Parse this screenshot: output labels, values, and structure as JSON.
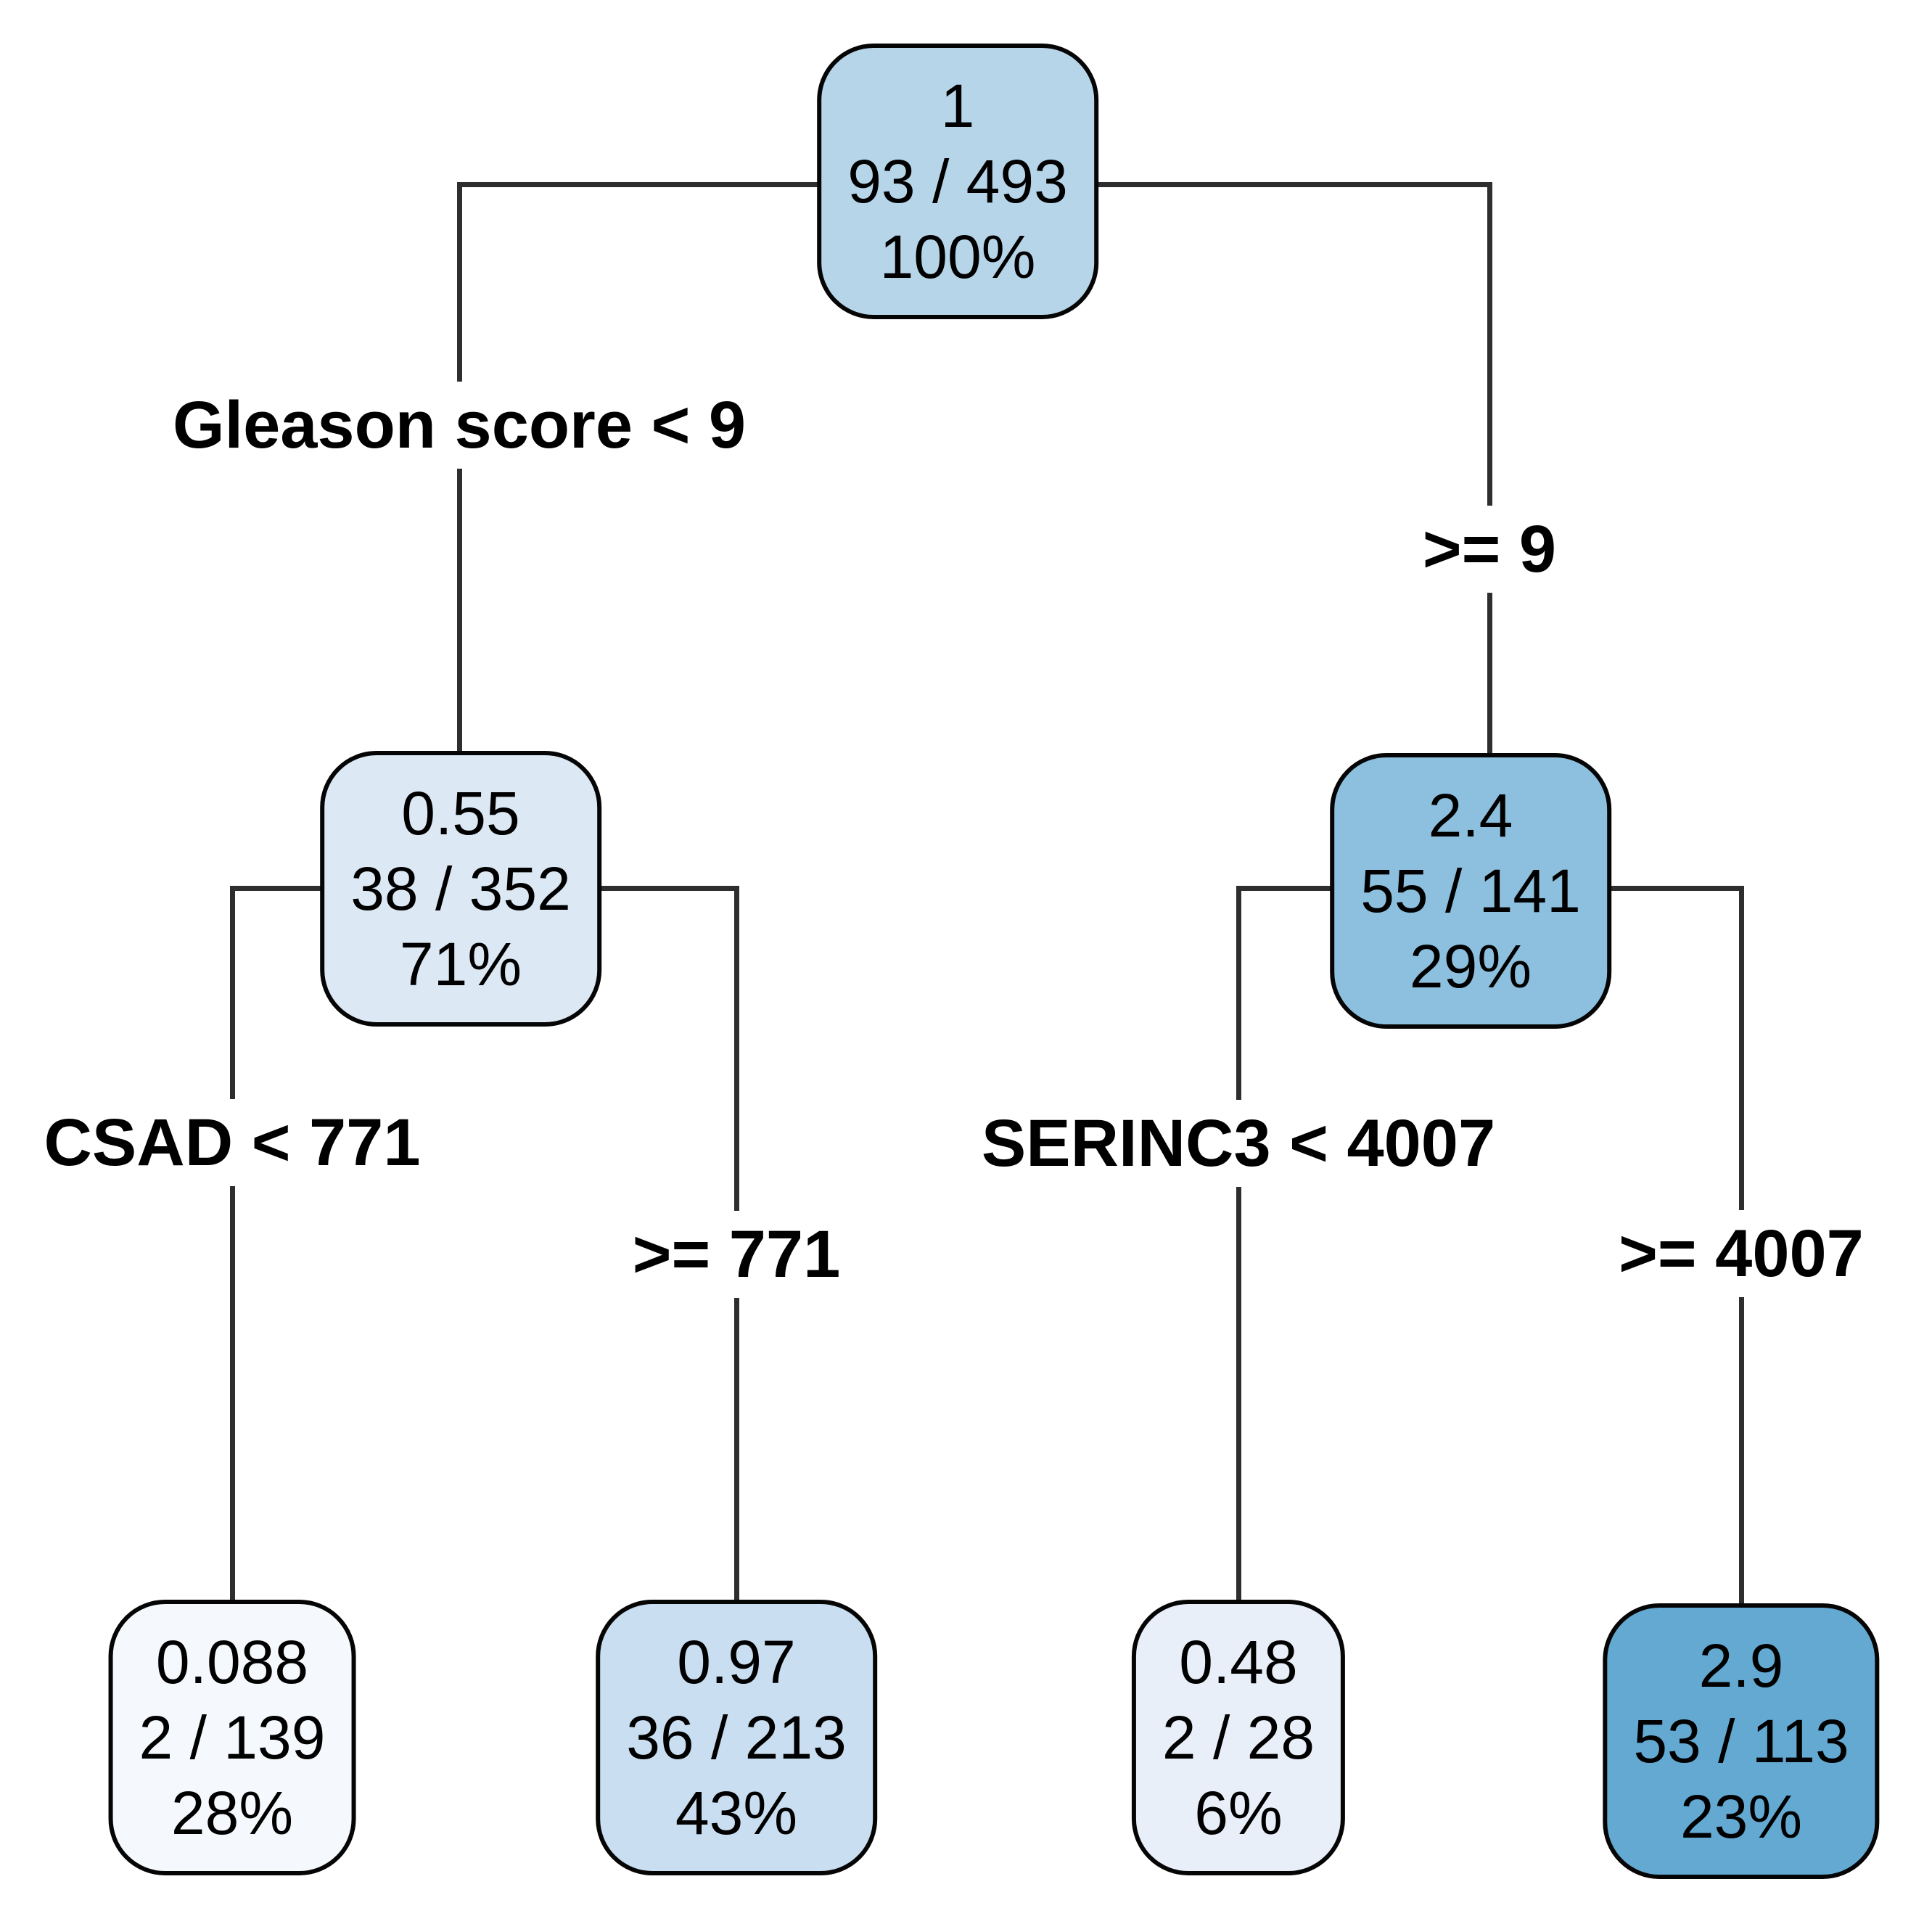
{
  "tree": {
    "type": "decision-tree",
    "node_line_meaning": [
      "rate",
      "events / n",
      "percent of cohort"
    ],
    "nodes": [
      {
        "id": "root",
        "rate": "1",
        "events": "93 / 493",
        "percent": "100%",
        "fill": "#b7d5e9"
      },
      {
        "id": "gleason-lt-9",
        "rate": "0.55",
        "events": "38 / 352",
        "percent": "71%",
        "fill": "#dce8f4"
      },
      {
        "id": "gleason-ge-9",
        "rate": "2.4",
        "events": "55 / 141",
        "percent": "29%",
        "fill": "#8cc0de"
      },
      {
        "id": "csad-lt-771",
        "rate": "0.088",
        "events": "2 / 139",
        "percent": "28%",
        "fill": "#f5f9fd"
      },
      {
        "id": "csad-ge-771",
        "rate": "0.97",
        "events": "36 / 213",
        "percent": "43%",
        "fill": "#c9def0"
      },
      {
        "id": "serinc3-lt-4007",
        "rate": "0.48",
        "events": "2 / 28",
        "percent": "6%",
        "fill": "#e8eff8"
      },
      {
        "id": "serinc3-ge-4007",
        "rate": "2.9",
        "events": "53 / 113",
        "percent": "23%",
        "fill": "#63a9d2"
      }
    ],
    "splits": [
      {
        "condition": "Gleason score < 9",
        "else_label": ">= 9",
        "parent": "root"
      },
      {
        "condition": "CSAD < 771",
        "else_label": ">= 771",
        "parent": "gleason-lt-9"
      },
      {
        "condition": "SERINC3 < 4007",
        "else_label": ">= 4007",
        "parent": "gleason-ge-9"
      }
    ],
    "colors": {
      "branch_line": "#2e2e2e",
      "node_border": "#050505",
      "text": "#000000",
      "label_background": "#ffffff"
    }
  }
}
